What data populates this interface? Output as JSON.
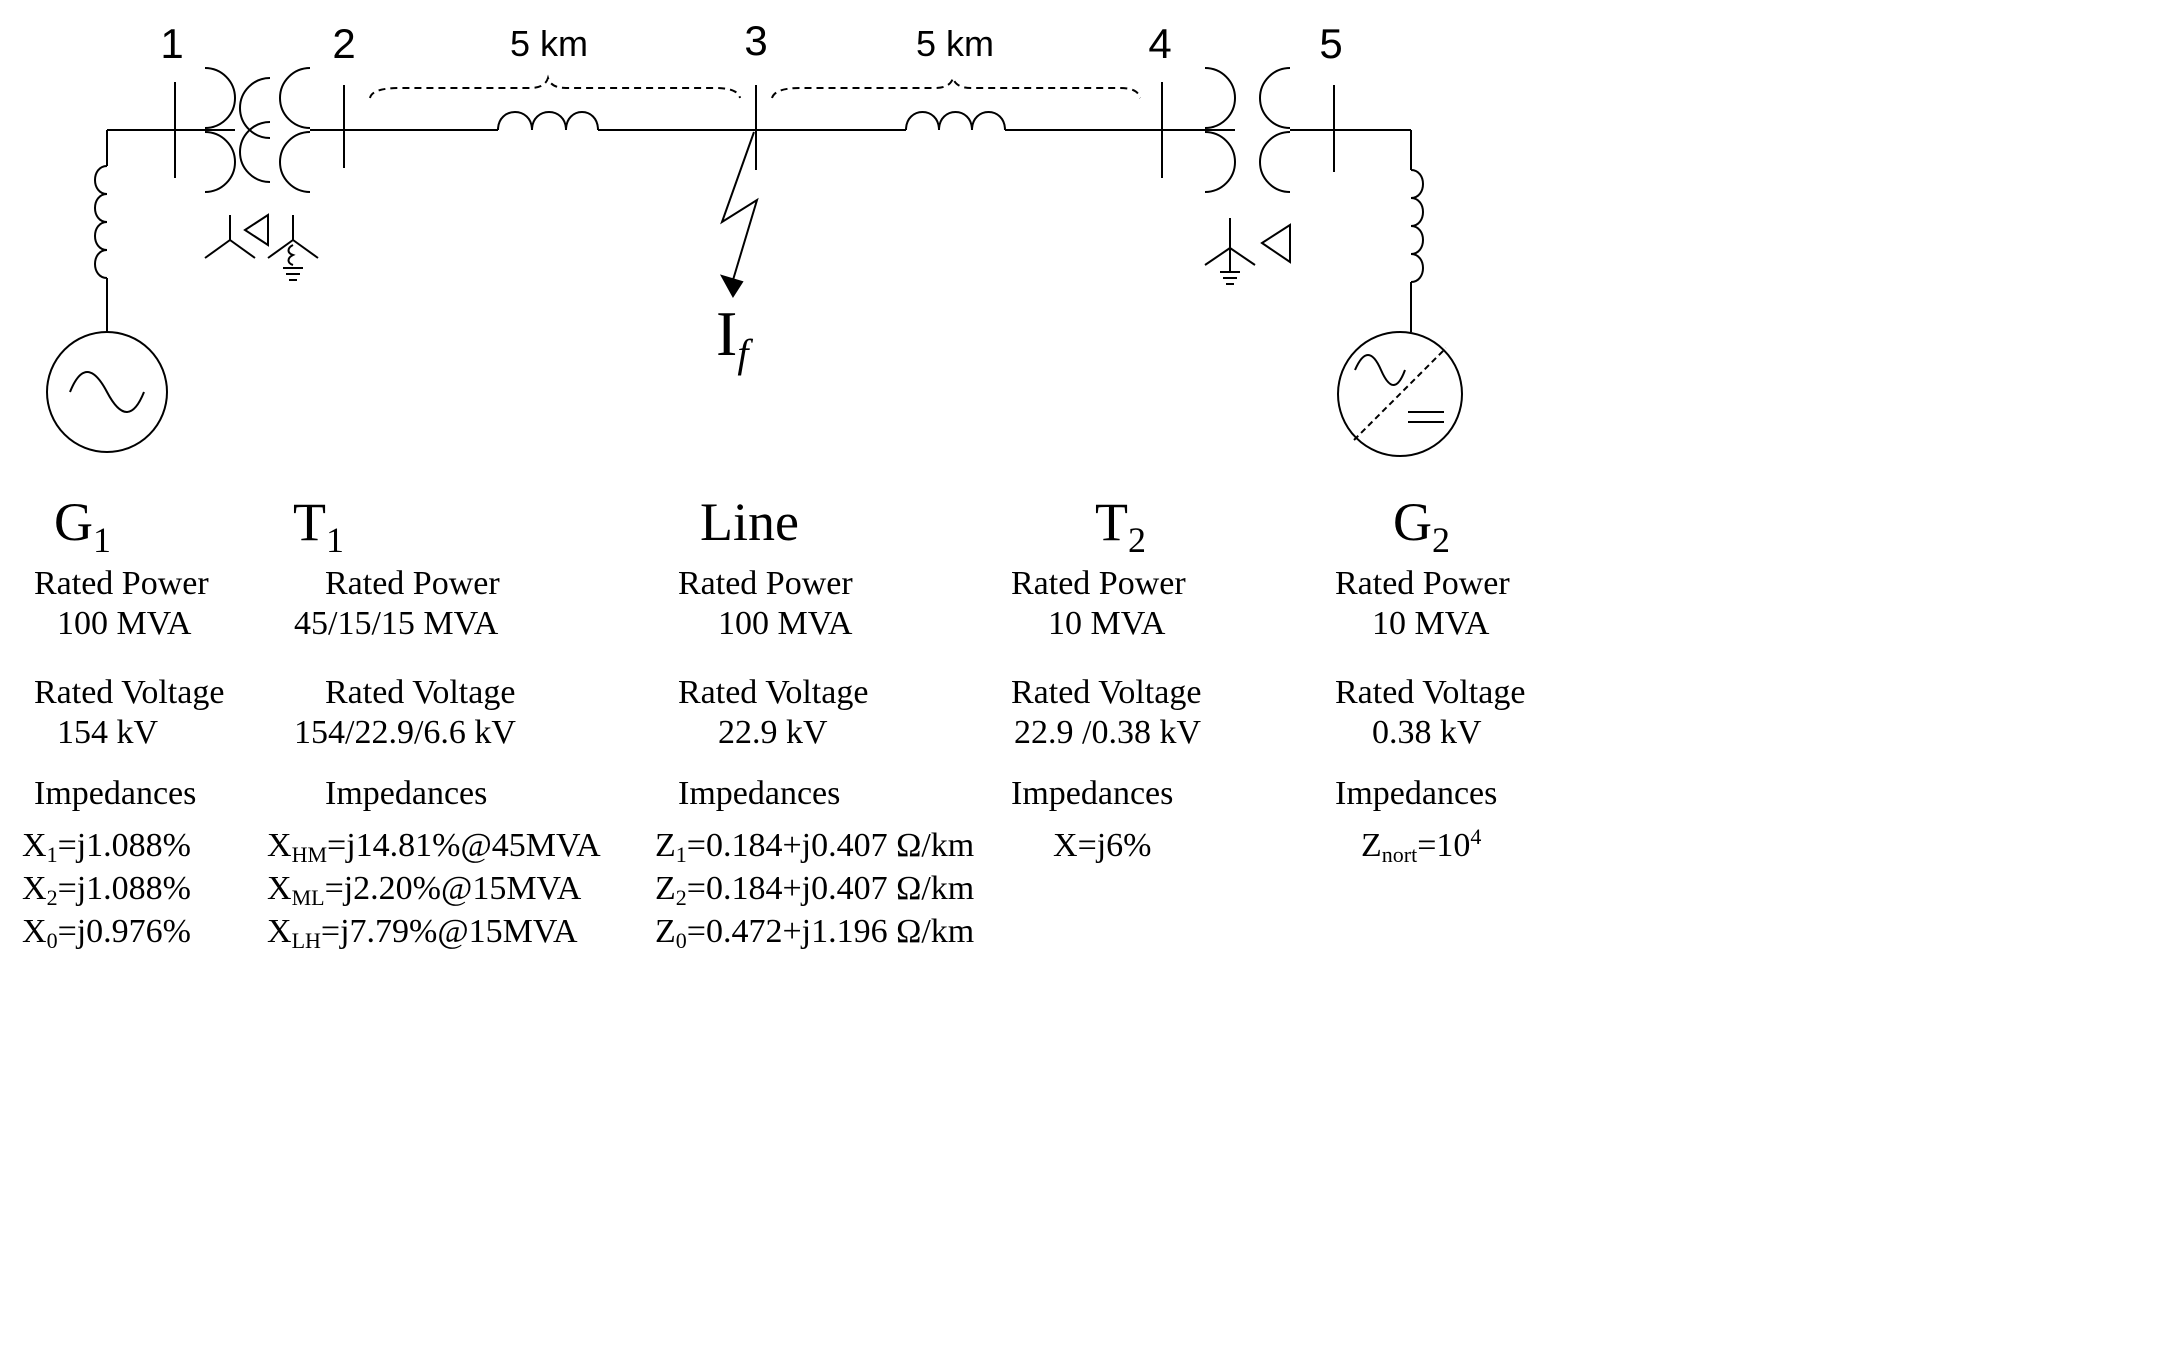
{
  "buses": [
    "1",
    "2",
    "3",
    "4",
    "5"
  ],
  "line_lengths": [
    "5 km",
    "5 km"
  ],
  "fault": {
    "main": "I",
    "sub": "f"
  },
  "labels": {
    "rated_power": "Rated Power",
    "rated_voltage": "Rated Voltage",
    "impedances": "Impedances"
  },
  "components": {
    "G1": {
      "name": "G",
      "name_sub": "1",
      "power": "100 MVA",
      "voltage": "154 kV",
      "imp": [
        {
          "pre": "X",
          "sub": "1",
          "post": "=j1.088%"
        },
        {
          "pre": "X",
          "sub": "2",
          "post": "=j1.088%"
        },
        {
          "pre": "X",
          "sub": "0",
          "post": "=j0.976%"
        }
      ]
    },
    "T1": {
      "name": "T",
      "name_sub": "1",
      "power": "45/15/15 MVA",
      "voltage": "154/22.9/6.6 kV",
      "imp": [
        {
          "pre": "X",
          "sub": "HM",
          "post": "=j14.81%@45MVA"
        },
        {
          "pre": "X",
          "sub": "ML",
          "post": "=j2.20%@15MVA"
        },
        {
          "pre": "X",
          "sub": "LH",
          "post": "=j7.79%@15MVA"
        }
      ]
    },
    "Line": {
      "name": "Line",
      "power": "100 MVA",
      "voltage": "22.9 kV",
      "imp": [
        {
          "pre": "Z",
          "sub": "1",
          "post": "=0.184+j0.407 Ω/km"
        },
        {
          "pre": "Z",
          "sub": "2",
          "post": "=0.184+j0.407 Ω/km"
        },
        {
          "pre": "Z",
          "sub": "0",
          "post": "=0.472+j1.196 Ω/km"
        }
      ]
    },
    "T2": {
      "name": "T",
      "name_sub": "2",
      "power": "10 MVA",
      "voltage": "22.9 /0.38 kV",
      "imp": [
        {
          "pre": "X",
          "sub": "",
          "post": "=j6%"
        }
      ]
    },
    "G2": {
      "name": "G",
      "name_sub": "2",
      "power": "10 MVA",
      "voltage": "0.38 kV",
      "imp": [
        {
          "pre": "Z",
          "sub": "nort",
          "post": "=10",
          "sup": "4"
        }
      ]
    }
  }
}
